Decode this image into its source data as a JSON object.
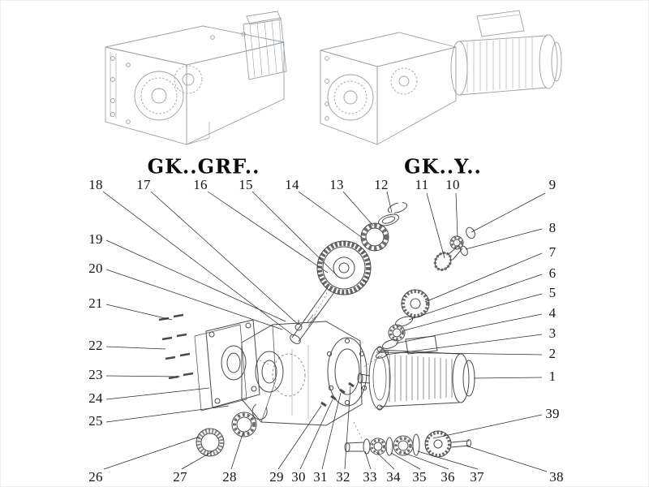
{
  "titles": {
    "left": "GK..GRF..",
    "right": "GK..Y.."
  },
  "callouts": [
    "18",
    "17",
    "16",
    "15",
    "14",
    "13",
    "12",
    "11",
    "10",
    "9",
    "8",
    "7",
    "6",
    "5",
    "4",
    "3",
    "2",
    "1",
    "39",
    "38",
    "19",
    "20",
    "21",
    "22",
    "23",
    "24",
    "25",
    "26",
    "27",
    "28",
    "29",
    "30",
    "31",
    "32",
    "33",
    "34",
    "35",
    "36",
    "37"
  ],
  "colors": {
    "ink": "#161616",
    "drawing_faint": "#9aa0a6",
    "drawing_dark": "#4a4a4a"
  }
}
